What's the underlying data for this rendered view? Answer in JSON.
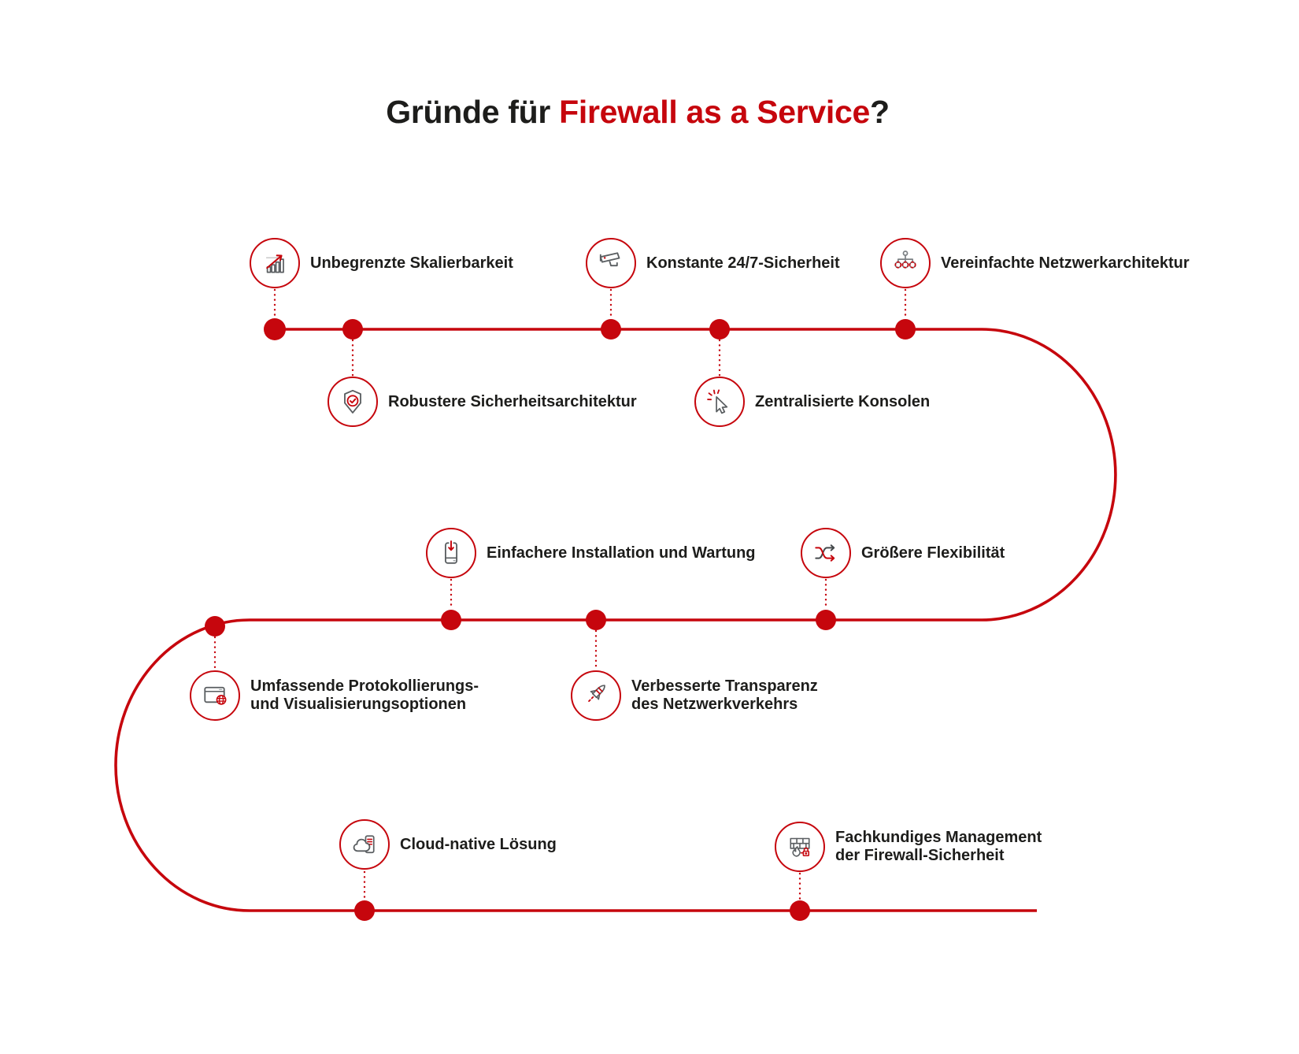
{
  "title": {
    "prefix": "Gründe für ",
    "highlight": "Firewall as a Service",
    "suffix": "?"
  },
  "colors": {
    "accent_red": "#c6060d",
    "icon_gray": "#5a5e61",
    "icon_gray_light": "#9aa0a4",
    "text": "#1d1d1b",
    "background": "#ffffff"
  },
  "items": [
    {
      "id": "unlimited-scalability",
      "icon": "growth-chart-icon",
      "label_line1": "Unbegrenzte Skalierbarkeit",
      "label_line2": ""
    },
    {
      "id": "constant-247-security",
      "icon": "cctv-camera-icon",
      "label_line1": "Konstante 24/7-Sicherheit",
      "label_line2": ""
    },
    {
      "id": "simplified-network-architecture",
      "icon": "network-tree-icon",
      "label_line1": "Vereinfachte Netzwerkarchitektur",
      "label_line2": ""
    },
    {
      "id": "robust-security-architecture",
      "icon": "shield-check-icon",
      "label_line1": "Robustere Sicherheitsarchitektur",
      "label_line2": ""
    },
    {
      "id": "centralized-consoles",
      "icon": "cursor-click-icon",
      "label_line1": "Zentralisierte Konsolen",
      "label_line2": ""
    },
    {
      "id": "easier-installation-maintenance",
      "icon": "install-arrow-icon",
      "label_line1": "Einfachere Installation und Wartung",
      "label_line2": ""
    },
    {
      "id": "greater-flexibility",
      "icon": "shuffle-arrows-icon",
      "label_line1": "Größere Flexibilität",
      "label_line2": ""
    },
    {
      "id": "comprehensive-logging-options",
      "icon": "browser-globe-icon",
      "label_line1": "Umfassende Protokollierungs-",
      "label_line2": "und Visualisierungsoptionen"
    },
    {
      "id": "improved-traffic-transparency",
      "icon": "rocket-icon",
      "label_line1": "Verbesserte Transparenz",
      "label_line2": "des Netzwerkverkehrs"
    },
    {
      "id": "cloud-native-solution",
      "icon": "cloud-device-icon",
      "label_line1": "Cloud-native Lösung",
      "label_line2": ""
    },
    {
      "id": "expert-firewall-management",
      "icon": "firewall-lock-icon",
      "label_line1": "Fachkundiges Management",
      "label_line2": "der Firewall-Sicherheit"
    }
  ]
}
